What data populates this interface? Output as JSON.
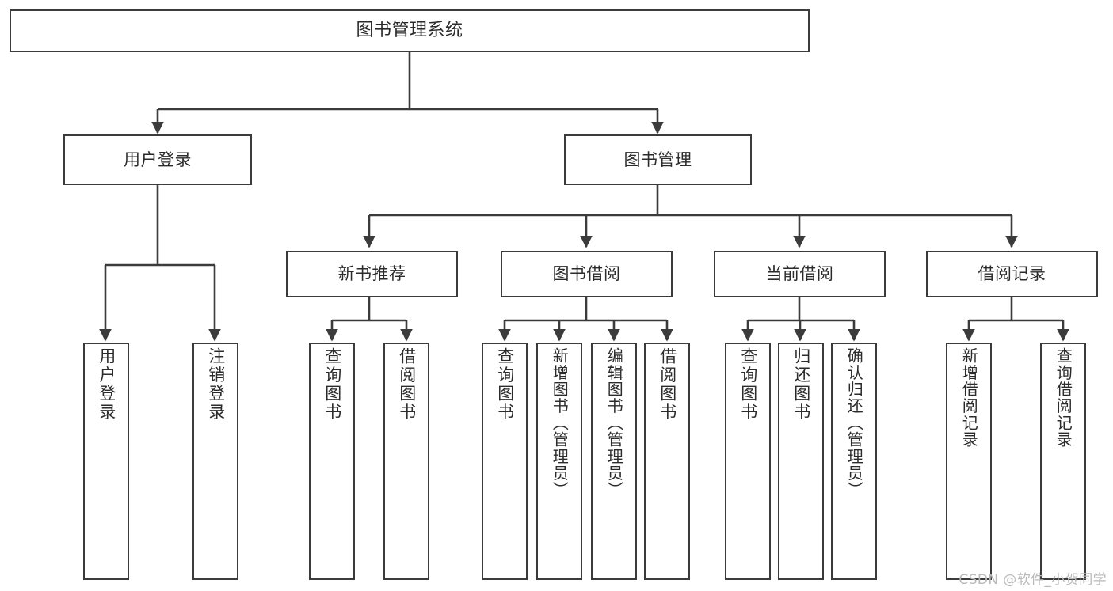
{
  "diagram": {
    "title": "图书管理系统",
    "type": "tree-hierarchy",
    "watermark": "CSDN @软件_小贺同学",
    "colors": {
      "stroke": "#3b3b3b",
      "fill": "#ffffff",
      "text": "#2b2b2b",
      "watermark": "#b9b9b9"
    }
  },
  "nodes": {
    "root": {
      "label": "图书管理系统"
    },
    "level2": [
      {
        "id": "user-login",
        "label": "用户登录"
      },
      {
        "id": "book-manage",
        "label": "图书管理"
      }
    ],
    "level3": [
      {
        "id": "new-book-recommend",
        "label": "新书推荐"
      },
      {
        "id": "book-borrow",
        "label": "图书借阅"
      },
      {
        "id": "current-borrow",
        "label": "当前借阅"
      },
      {
        "id": "borrow-record",
        "label": "借阅记录"
      }
    ],
    "leaves": {
      "user-login": [
        {
          "id": "leaf-user-login",
          "label": "用户登录"
        },
        {
          "id": "leaf-logout-login",
          "label": "注销登录"
        }
      ],
      "new-book-recommend": [
        {
          "id": "leaf-query-book-1",
          "label": "查询图书"
        },
        {
          "id": "leaf-borrow-book-1",
          "label": "借阅图书"
        }
      ],
      "book-borrow": [
        {
          "id": "leaf-query-book-2",
          "label": "查询图书"
        },
        {
          "id": "leaf-add-book",
          "label": "新增图书（管理员）"
        },
        {
          "id": "leaf-edit-book",
          "label": "编辑图书（管理员）"
        },
        {
          "id": "leaf-borrow-book-2",
          "label": "借阅图书"
        }
      ],
      "current-borrow": [
        {
          "id": "leaf-query-book-3",
          "label": "查询图书"
        },
        {
          "id": "leaf-return-book",
          "label": "归还图书"
        },
        {
          "id": "leaf-confirm-return",
          "label": "确认归还（管理员）"
        }
      ],
      "borrow-record": [
        {
          "id": "leaf-add-record",
          "label": "新增借阅记录"
        },
        {
          "id": "leaf-query-record",
          "label": "查询借阅记录"
        }
      ]
    }
  }
}
